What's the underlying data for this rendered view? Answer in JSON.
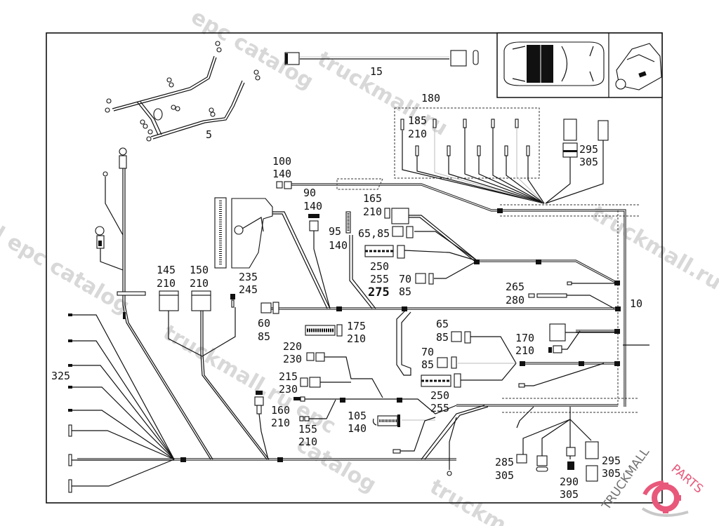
{
  "diagram": {
    "title": "Electrical wiring harness exploded parts diagram",
    "part_labels": {
      "p5": "5",
      "p15": "15",
      "p180": "180",
      "p185_210": [
        "185",
        "210"
      ],
      "p295_305_top": [
        "295",
        "305"
      ],
      "p100_140": [
        "100",
        "140"
      ],
      "p90_140": [
        "90",
        "140"
      ],
      "p165_210": [
        "165",
        "210"
      ],
      "p95_140": [
        "95",
        "140"
      ],
      "p65_85_a": "65,85",
      "p250_255_275": [
        "250",
        "255",
        "275"
      ],
      "p70_85_a": [
        "70",
        "85"
      ],
      "p145_210": [
        "145",
        "210"
      ],
      "p150_210": [
        "150",
        "210"
      ],
      "p235_245": [
        "235",
        "245"
      ],
      "p60_85": [
        "60",
        "85"
      ],
      "p265_280": [
        "265",
        "280"
      ],
      "p10": "10",
      "p175_210": [
        "175",
        "210"
      ],
      "p65_85_b": [
        "65",
        "85"
      ],
      "p170_210": [
        "170",
        "210"
      ],
      "p220_230": [
        "220",
        "230"
      ],
      "p70_85_b": [
        "70",
        "85"
      ],
      "p215_230": [
        "215",
        "230"
      ],
      "p250_255": [
        "250",
        "255"
      ],
      "p325": "325",
      "p160_210": [
        "160",
        "210"
      ],
      "p155_210": [
        "155",
        "210"
      ],
      "p105_140": [
        "105",
        "140"
      ],
      "p285_305": [
        "285",
        "305"
      ],
      "p290_305": [
        "290",
        "305"
      ],
      "p295_305_bottom": [
        "295",
        "305"
      ]
    },
    "watermarks": [
      "epc catalog",
      "truckmall.ru",
      "truckmall.ru epc catalog",
      "l epc catalog",
      "truckmall.ru e",
      "truckmall.ru epc",
      "catalog",
      "truckm"
    ],
    "brand_logo": {
      "text_left": "TRUCKMALL",
      "text_right": "PARTS",
      "dark_color": "#707070",
      "accent_color": "#e8587a"
    }
  }
}
